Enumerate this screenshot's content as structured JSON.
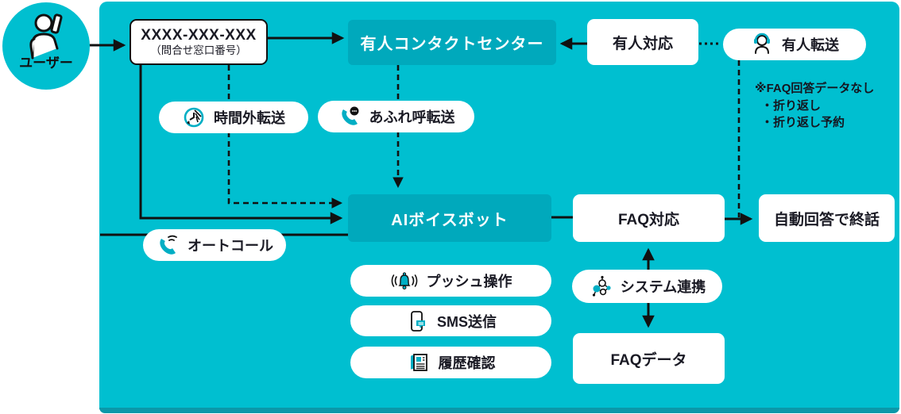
{
  "user": {
    "label": "ユーザー",
    "icon": "person-with-phone-icon"
  },
  "nodes": {
    "number_box": {
      "line1": "XXXX-XXX-XXX",
      "line2": "（問合せ窓口番号）"
    },
    "contact_center": {
      "label": "有人コンタクトセンター"
    },
    "manned_response": {
      "label": "有人対応"
    },
    "manned_transfer": {
      "label": "有人転送",
      "icon": "headset-operator-icon"
    },
    "after_hours_transfer": {
      "label": "時間外転送",
      "icon": "clock-transfer-icon"
    },
    "overflow_transfer": {
      "label": "あふれ呼転送",
      "icon": "phone-overflow-icon"
    },
    "ai_voicebot": {
      "label": "AIボイスボット"
    },
    "faq_response": {
      "label": "FAQ対応"
    },
    "auto_answer_end": {
      "label": "自動回答で終話"
    },
    "autocall": {
      "label": "オートコール",
      "icon": "phone-signal-icon"
    },
    "push_operation": {
      "label": "プッシュ操作",
      "icon": "bell-ring-icon"
    },
    "sms_send": {
      "label": "SMS送信",
      "icon": "phone-message-icon"
    },
    "history_check": {
      "label": "履歴確認",
      "icon": "news-document-icon"
    },
    "system_link": {
      "label": "システム連携",
      "icon": "network-nodes-icon"
    },
    "faq_data": {
      "label": "FAQデータ"
    }
  },
  "annotation": {
    "line1": "※FAQ回答データなし",
    "line2": "・折り返し",
    "line3": "・折り返し予約"
  },
  "colors": {
    "panel_background": "#00BFD0",
    "dark_teal_box": "#00A9BC",
    "panel_bottom_strip": "#0B98A9",
    "icon_teal": "#00AEC4",
    "connector_line": "#111111",
    "dark_text": "#1a1a24",
    "white": "#ffffff"
  }
}
